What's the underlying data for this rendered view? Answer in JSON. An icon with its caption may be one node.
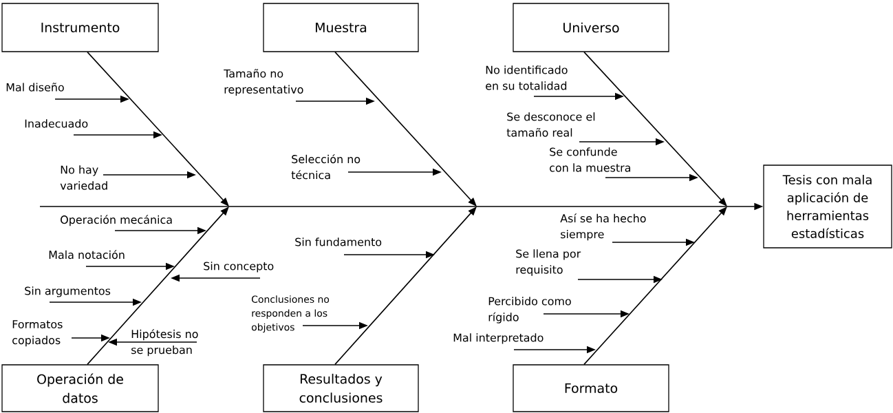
{
  "diagram": {
    "nodes": [
      {
        "text": [
          "Instrumento"
        ]
      },
      {
        "text": [
          "Muestra"
        ]
      },
      {
        "text": [
          "Universo"
        ]
      },
      {
        "text": [
          "Operación de datos"
        ]
      },
      {
        "text": [
          "Resultados y conclusiones"
        ]
      },
      {
        "text": [
          "Formato"
        ]
      },
      {
        "text": [
          "Tesis con mala aplicación de herramientas estadísticas"
        ]
      },
      {
        "text": [
          "Mal diseño"
        ]
      },
      {
        "text": [
          "Inadecuado"
        ]
      },
      {
        "text": [
          "No hay variedad"
        ]
      },
      {
        "text": [
          "Operación mecánica"
        ]
      },
      {
        "text": [
          "Mala notación"
        ]
      },
      {
        "text": [
          "Sin argumentos"
        ]
      },
      {
        "text": [
          "Formatos copiados"
        ]
      },
      {
        "text": [
          "Sin concepto"
        ]
      },
      {
        "text": [
          "Hipótesis no se prueban"
        ]
      },
      {
        "text": [
          "Tamaño no representativo"
        ]
      },
      {
        "text": [
          "Selección no técnica"
        ]
      },
      {
        "text": [
          "Sin fundamento"
        ]
      },
      {
        "text": [
          "Conclusiones no responden a los objetivos"
        ]
      },
      {
        "text": [
          "No identificado en su totalidad"
        ]
      },
      {
        "text": [
          "Se desconoce el tamaño real"
        ]
      },
      {
        "text": [
          "Se confunde con la muestra"
        ]
      },
      {
        "text": [
          "Así se ha hecho siempre"
        ]
      },
      {
        "text": [
          "Se llena por requisito"
        ]
      },
      {
        "text": [
          "Percibido como rígido"
        ]
      },
      {
        "text": [
          "Mal interpretado"
        ]
      }
    ],
    "edges": [
      {
        "from": 0,
        "to": null,
        "arrow": "to"
      },
      {
        "from": 1,
        "to": null,
        "arrow": "to"
      },
      {
        "from": 2,
        "to": null,
        "arrow": "to"
      },
      {
        "from": 3,
        "to": null,
        "arrow": "to"
      },
      {
        "from": 4,
        "to": null,
        "arrow": "to"
      },
      {
        "from": 5,
        "to": null,
        "arrow": "to"
      },
      {
        "from": null,
        "to": 6,
        "arrow": "to"
      },
      {
        "from": 7,
        "to": null,
        "arrow": "to"
      },
      {
        "from": 8,
        "to": null,
        "arrow": "to"
      },
      {
        "from": 9,
        "to": null,
        "arrow": "to"
      },
      {
        "from": 10,
        "to": null,
        "arrow": "to"
      },
      {
        "from": 11,
        "to": null,
        "arrow": "to"
      },
      {
        "from": 12,
        "to": null,
        "arrow": "to"
      },
      {
        "from": 13,
        "to": null,
        "arrow": "to"
      },
      {
        "from": 14,
        "to": null,
        "arrow": "to"
      },
      {
        "from": 15,
        "to": null,
        "arrow": "to"
      },
      {
        "from": 16,
        "to": null,
        "arrow": "to"
      },
      {
        "from": 17,
        "to": null,
        "arrow": "to"
      },
      {
        "from": 18,
        "to": null,
        "arrow": "to"
      },
      {
        "from": 19,
        "to": null,
        "arrow": "to"
      },
      {
        "from": 20,
        "to": null,
        "arrow": "to"
      },
      {
        "from": 21,
        "to": null,
        "arrow": "to"
      },
      {
        "from": 22,
        "to": null,
        "arrow": "to"
      },
      {
        "from": 23,
        "to": null,
        "arrow": "to"
      },
      {
        "from": 24,
        "to": null,
        "arrow": "to"
      },
      {
        "from": 25,
        "to": null,
        "arrow": "to"
      },
      {
        "from": 26,
        "to": null,
        "arrow": "to"
      }
    ]
  }
}
